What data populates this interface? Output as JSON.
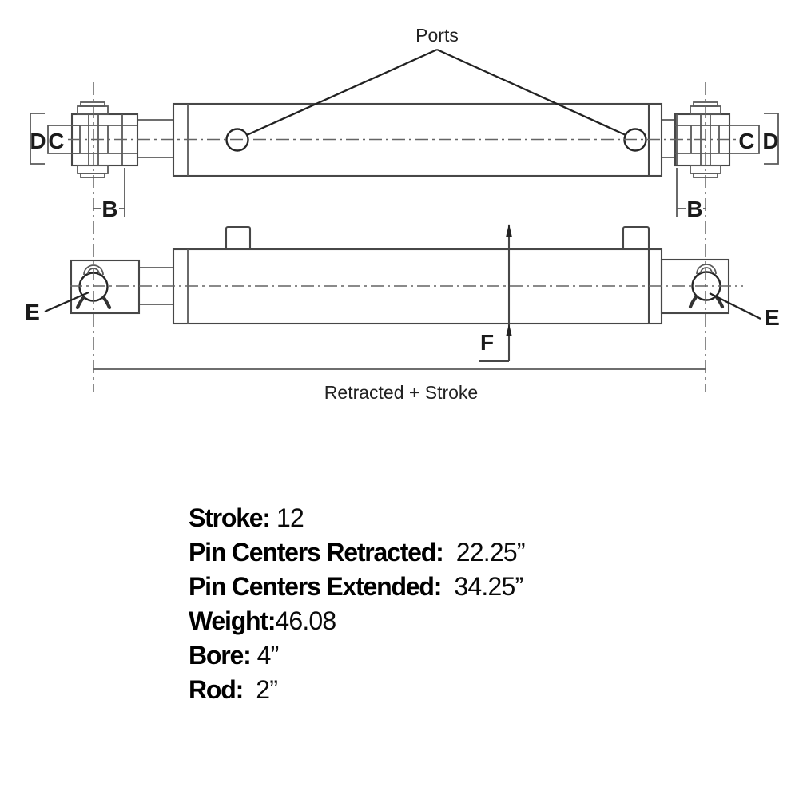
{
  "drawing": {
    "ports_label": "Ports",
    "dim_retracted_stroke": "Retracted + Stroke",
    "labels": {
      "d_left": "D",
      "c_left": "C",
      "c_right": "C",
      "d_right": "D",
      "b_left": "B",
      "b_right": "B",
      "e_left": "E",
      "e_right": "E",
      "f": "F"
    },
    "colors": {
      "line": "#474747",
      "leader": "#222222",
      "centerline": "#646464",
      "text": "#1b1b1b"
    }
  },
  "specs": [
    {
      "label": "Stroke:",
      "value": " 12"
    },
    {
      "label": "Pin Centers Retracted:",
      "value": "  22.25”"
    },
    {
      "label": "Pin Centers Extended:",
      "value": "  34.25”"
    },
    {
      "label": "Weight:",
      "value": "46.08"
    },
    {
      "label": "Bore:",
      "value": " 4”"
    },
    {
      "label": "Rod:",
      "value": "  2”"
    }
  ]
}
